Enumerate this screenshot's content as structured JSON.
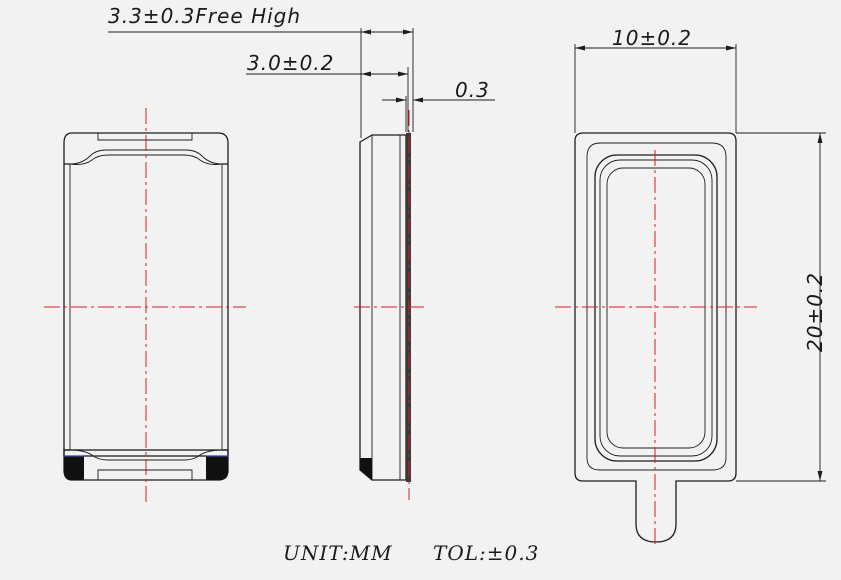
{
  "dimensions": {
    "overall_height": "3.3±0.3Free High",
    "body_height": "3.0±0.2",
    "membrane": "0.3",
    "width": "10±0.2",
    "length": "20±0.2"
  },
  "footer": {
    "unit": "UNIT:MM",
    "tolerance": "TOL:±0.3"
  },
  "colors": {
    "background": "#f2f2f2",
    "line": "#1e1e1e",
    "centerline": "#d81e1e"
  }
}
